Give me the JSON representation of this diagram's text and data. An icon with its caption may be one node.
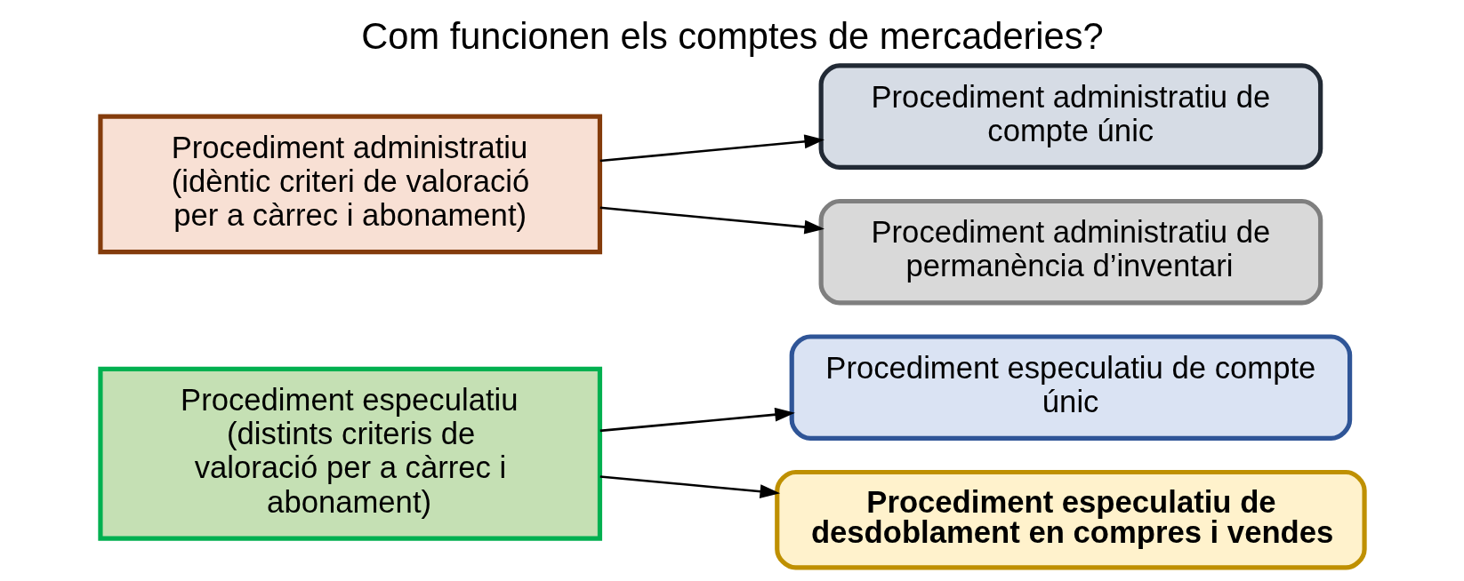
{
  "diagram": {
    "title": "Com funcionen els comptes de mercaderies?",
    "nodes": [
      {
        "text": [
          "Procediment especulatiu (distints criteris de valoració per a càrrec i abonament)"
        ]
      },
      {
        "text": [
          "Procediment especulatiu de compte únic"
        ]
      },
      {
        "text": [
          "Procediment especulatiu de desdoblament en compres i vendes"
        ]
      },
      {
        "text": [
          "Procediment administratiu (idèntic criteri de valoració per a càrrec i abonament)"
        ]
      },
      {
        "text": [
          "Procediment administratiu de compte únic"
        ]
      },
      {
        "text": [
          "Procediment administratiu de permanència d’inventari"
        ]
      }
    ],
    "edges": [
      {
        "from": 0,
        "to": 1,
        "arrow": "to"
      },
      {
        "from": 0,
        "to": 2,
        "arrow": "to"
      },
      {
        "from": 3,
        "to": 4,
        "arrow": "to"
      },
      {
        "from": 3,
        "to": 5,
        "arrow": "to"
      }
    ]
  }
}
